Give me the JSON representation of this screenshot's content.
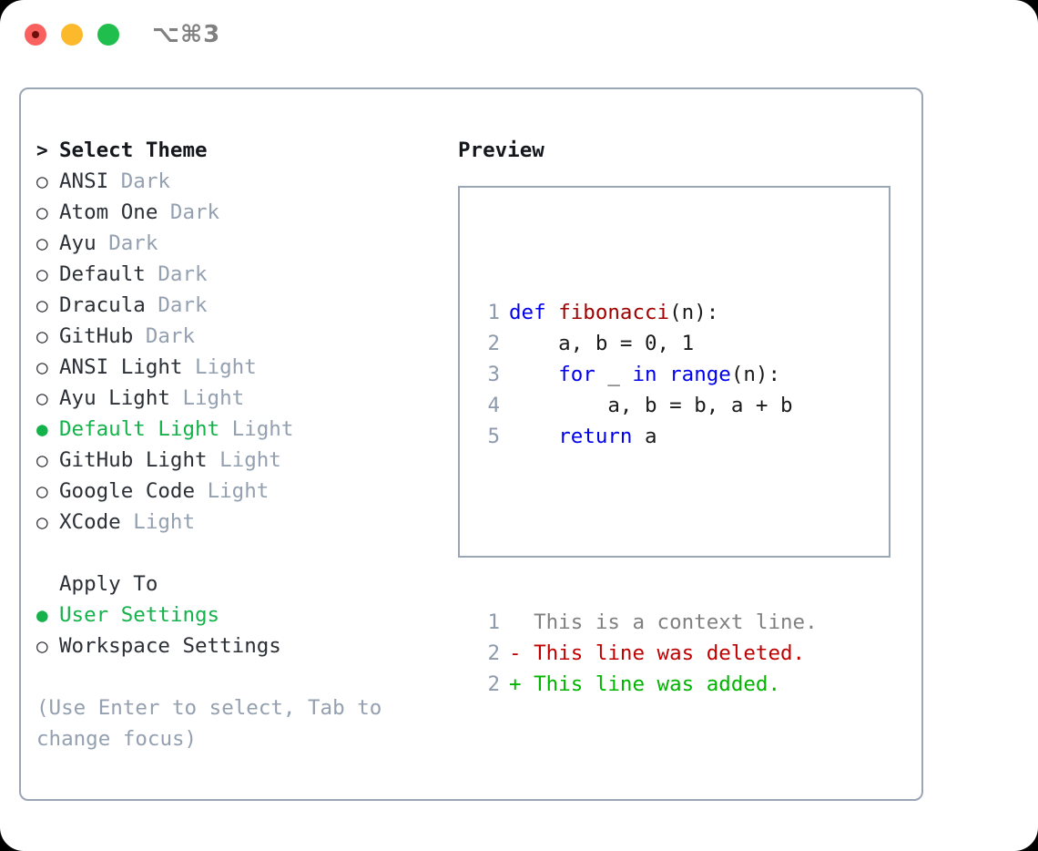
{
  "window": {
    "shortcut": "⌥⌘3",
    "traffic_lights": [
      {
        "name": "close",
        "color": "#f9615f"
      },
      {
        "name": "minimize",
        "color": "#fcb92c"
      },
      {
        "name": "maximize",
        "color": "#20bf4d"
      }
    ]
  },
  "theme_picker": {
    "heading": "Select Theme",
    "heading_marker": ">",
    "marker_unselected": "○",
    "marker_selected": "●",
    "themes": [
      {
        "name": "ANSI",
        "tag": "Dark",
        "selected": false
      },
      {
        "name": "Atom One",
        "tag": "Dark",
        "selected": false
      },
      {
        "name": "Ayu",
        "tag": "Dark",
        "selected": false
      },
      {
        "name": "Default",
        "tag": "Dark",
        "selected": false
      },
      {
        "name": "Dracula",
        "tag": "Dark",
        "selected": false
      },
      {
        "name": "GitHub",
        "tag": "Dark",
        "selected": false
      },
      {
        "name": "ANSI Light",
        "tag": "Light",
        "selected": false
      },
      {
        "name": "Ayu Light",
        "tag": "Light",
        "selected": false
      },
      {
        "name": "Default Light",
        "tag": "Light",
        "selected": true
      },
      {
        "name": "GitHub Light",
        "tag": "Light",
        "selected": false
      },
      {
        "name": "Google Code",
        "tag": "Light",
        "selected": false
      },
      {
        "name": "XCode",
        "tag": "Light",
        "selected": false
      }
    ]
  },
  "apply_to": {
    "heading": "Apply To",
    "options": [
      {
        "label": "User Settings",
        "selected": true
      },
      {
        "label": "Workspace Settings",
        "selected": false
      }
    ]
  },
  "hint": "(Use Enter to select, Tab to\nchange focus)",
  "preview": {
    "title": "Preview",
    "code_lines": [
      {
        "num": "1",
        "tokens": [
          {
            "t": "def ",
            "c": "kw"
          },
          {
            "t": "fibonacci",
            "c": "fn"
          },
          {
            "t": "(n):",
            "c": "pl"
          }
        ]
      },
      {
        "num": "2",
        "tokens": [
          {
            "t": "    a, b = 0, 1",
            "c": "pl"
          }
        ]
      },
      {
        "num": "3",
        "tokens": [
          {
            "t": "    ",
            "c": "pl"
          },
          {
            "t": "for ",
            "c": "kw"
          },
          {
            "t": "_ ",
            "c": "pl"
          },
          {
            "t": "in ",
            "c": "kw"
          },
          {
            "t": "range",
            "c": "kw"
          },
          {
            "t": "(n):",
            "c": "pl"
          }
        ]
      },
      {
        "num": "4",
        "tokens": [
          {
            "t": "        a, b = b, a + b",
            "c": "pl"
          }
        ]
      },
      {
        "num": "5",
        "tokens": [
          {
            "t": "    ",
            "c": "pl"
          },
          {
            "t": "return ",
            "c": "kw"
          },
          {
            "t": "a",
            "c": "pl"
          }
        ]
      }
    ],
    "diff_lines": [
      {
        "num": "1",
        "sign": " ",
        "text": " This is a context line.",
        "kind": "ctx"
      },
      {
        "num": "2",
        "sign": "-",
        "text": " This line was deleted.",
        "kind": "del"
      },
      {
        "num": "2",
        "sign": "+",
        "text": " This line was added.",
        "kind": "add"
      }
    ]
  },
  "colors": {
    "accent_green": "#14b24a",
    "muted": "#94a0b0",
    "border": "#9aa5b5",
    "keyword": "#0000ee",
    "function": "#a00000",
    "deleted": "#c00000",
    "added": "#00b400"
  }
}
